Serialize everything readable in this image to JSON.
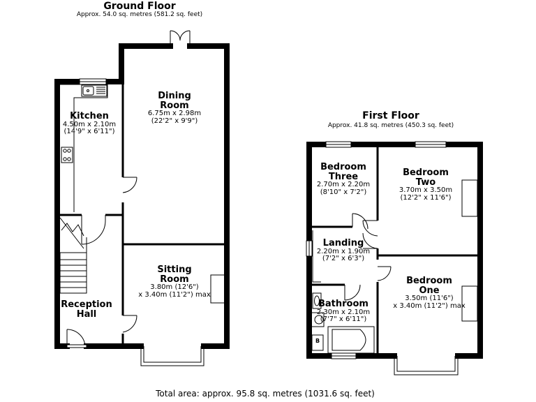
{
  "ground_floor": {
    "title": "Ground Floor",
    "area": "Approx. 54.0 sq. metres (581.2 sq. feet)",
    "rooms": {
      "kitchen": {
        "name": "Kitchen",
        "dim1": "4.50m x 2.10m",
        "dim2": "(14'9\" x 6'11\")"
      },
      "dining": {
        "name1": "Dining",
        "name2": "Room",
        "dim1": "6.75m x 2.98m",
        "dim2": "(22'2\" x 9'9\")"
      },
      "sitting": {
        "name1": "Sitting",
        "name2": "Room",
        "dim1": "3.80m (12'6\")",
        "dim2": "x 3.40m (11'2\") max"
      },
      "reception": {
        "name1": "Reception",
        "name2": "Hall"
      }
    }
  },
  "first_floor": {
    "title": "First Floor",
    "area": "Approx. 41.8 sq. metres (450.3 sq. feet)",
    "rooms": {
      "bedroom_three": {
        "name1": "Bedroom",
        "name2": "Three",
        "dim1": "2.70m x 2.20m",
        "dim2": "(8'10\" x 7'2\")"
      },
      "bedroom_two": {
        "name1": "Bedroom",
        "name2": "Two",
        "dim1": "3.70m x 3.50m",
        "dim2": "(12'2\" x 11'6\")"
      },
      "landing": {
        "name": "Landing",
        "dim1": "2.20m x 1.90m",
        "dim2": "(7'2\" x 6'3\")"
      },
      "bedroom_one": {
        "name1": "Bedroom",
        "name2": "One",
        "dim1": "3.50m (11'6\")",
        "dim2": "x 3.40m (11'2\") max"
      },
      "bathroom": {
        "name": "Bathroom",
        "dim1": "2.30m x 2.10m",
        "dim2": "(7'7\" x 6'11\")"
      }
    },
    "boiler_label": "B"
  },
  "total_area": "Total area: approx. 95.8 sq. metres (1031.6 sq. feet)"
}
